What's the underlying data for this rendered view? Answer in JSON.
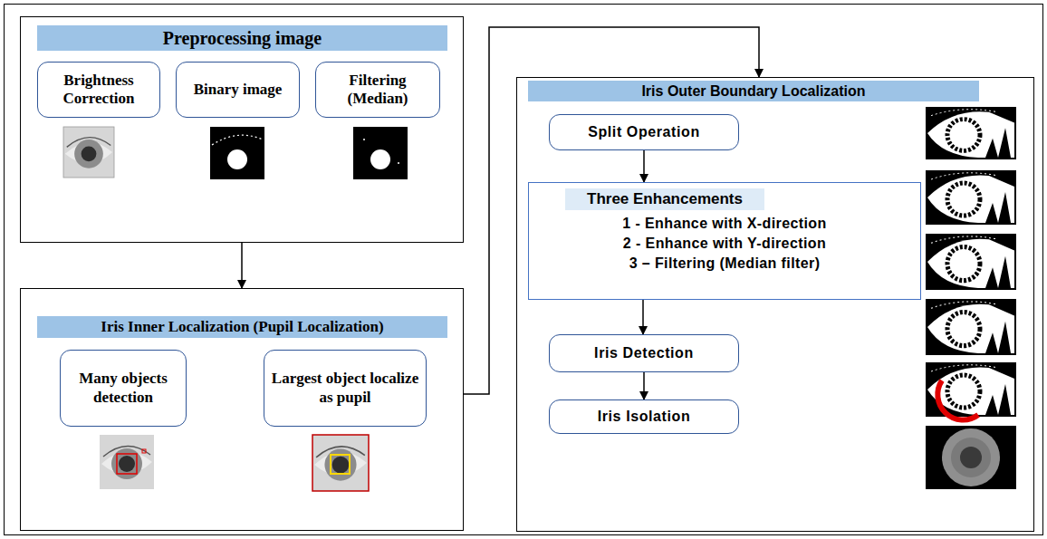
{
  "diagram": {
    "nodes": [
      {
        "text": [
          "Preprocessing image"
        ]
      },
      {
        "text": [
          "Brightness Correction"
        ],
        "in": 0
      },
      {
        "text": [
          "Binary image"
        ],
        "in": 0
      },
      {
        "text": [
          "Filtering (Median)"
        ],
        "in": 0
      },
      {
        "text": [
          "Iris Inner Localization (Pupil Localization)"
        ]
      },
      {
        "text": [
          "Many objects detection"
        ],
        "in": 4
      },
      {
        "text": [
          "Largest object localize as pupil"
        ],
        "in": 4
      },
      {
        "text": [
          "Iris Outer Boundary Localization"
        ]
      },
      {
        "text": [
          "Split Operation"
        ],
        "in": 7
      },
      {
        "text": [
          "Three Enhancements",
          "1 - Enhance with X-direction",
          "2 - Enhance with Y-direction",
          "3 – Filtering (Median filter)"
        ],
        "in": 7
      },
      {
        "text": [
          "Iris Detection"
        ],
        "in": 7
      },
      {
        "text": [
          "Iris Isolation"
        ],
        "in": 7
      }
    ],
    "edges": [
      {
        "from": 0,
        "to": 4,
        "arrow": "to"
      },
      {
        "from": 4,
        "to": 7,
        "arrow": "to"
      },
      {
        "from": 8,
        "to": 9,
        "arrow": "to"
      },
      {
        "from": 9,
        "to": 10,
        "arrow": "to"
      },
      {
        "from": 10,
        "to": 11,
        "arrow": "to"
      }
    ]
  }
}
